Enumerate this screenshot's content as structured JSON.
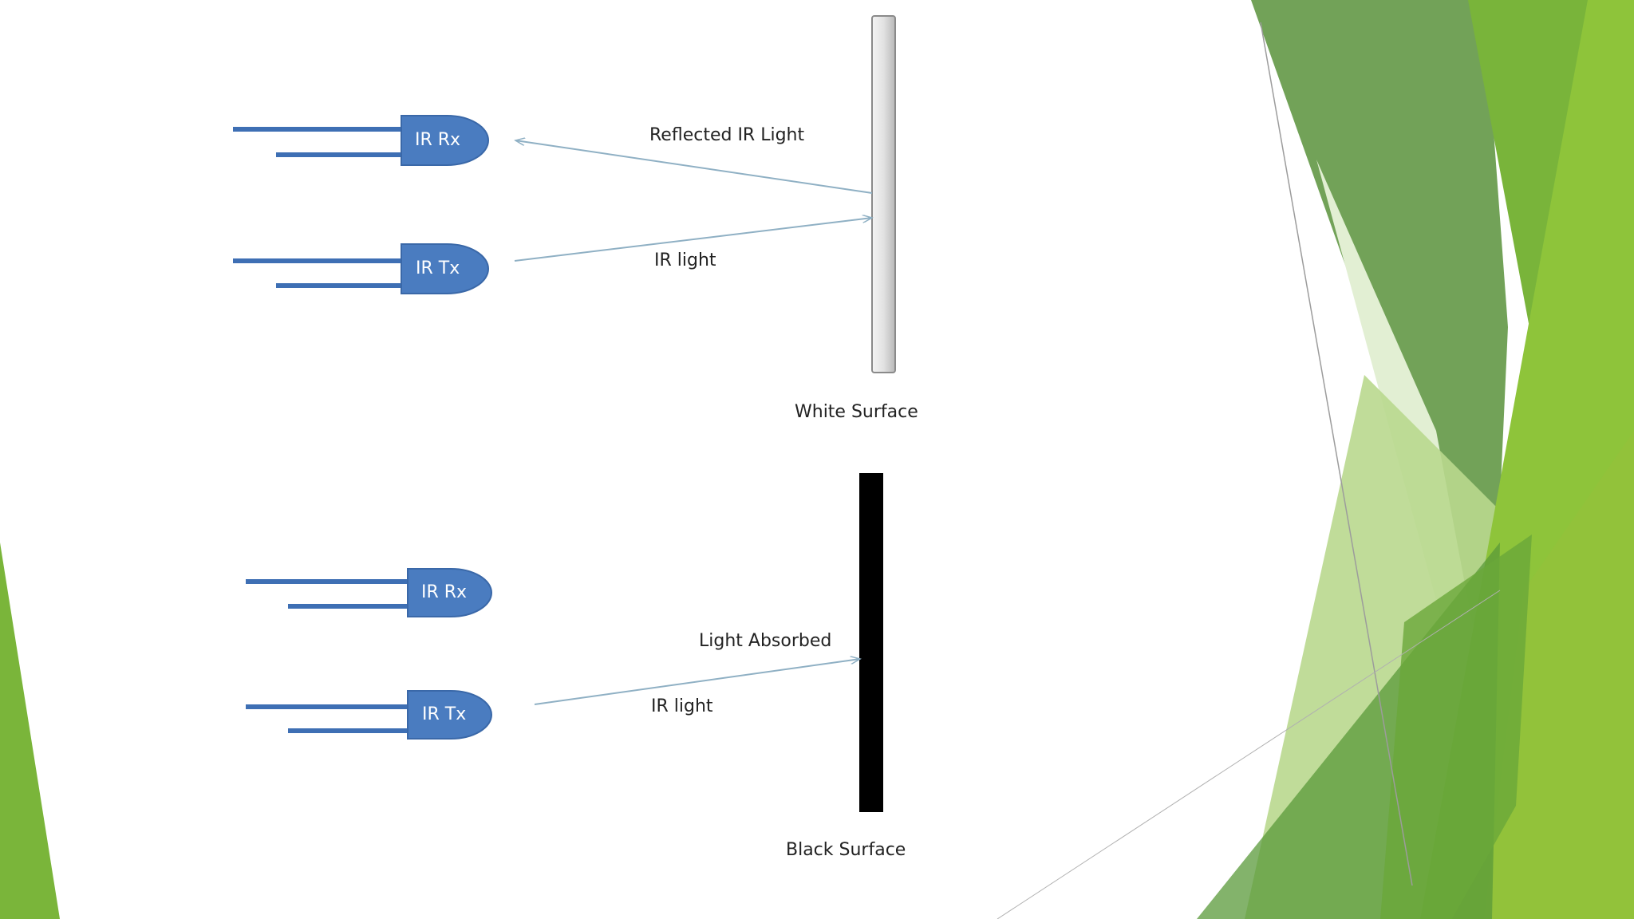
{
  "top": {
    "receiver_label": "IR Rx",
    "transmitter_label": "IR Tx",
    "reflected_label": "Reflected IR Light",
    "emitted_label": "IR light",
    "surface_label": "White Surface"
  },
  "bottom": {
    "receiver_label": "IR Rx",
    "transmitter_label": "IR Tx",
    "absorbed_label": "Light Absorbed",
    "emitted_label": "IR light",
    "surface_label": "Black Surface"
  },
  "colors": {
    "led_fill": "#4a7cc0",
    "led_lead": "#3e6fb4",
    "ray": "#8fb0c4",
    "white_surface_light": "#f2f2f2",
    "white_surface_dark": "#bdbdbd",
    "black_surface": "#000000",
    "green_dark": "#5a9a3a",
    "green_mid": "#7ab53a",
    "green_light": "#b8d98a"
  }
}
